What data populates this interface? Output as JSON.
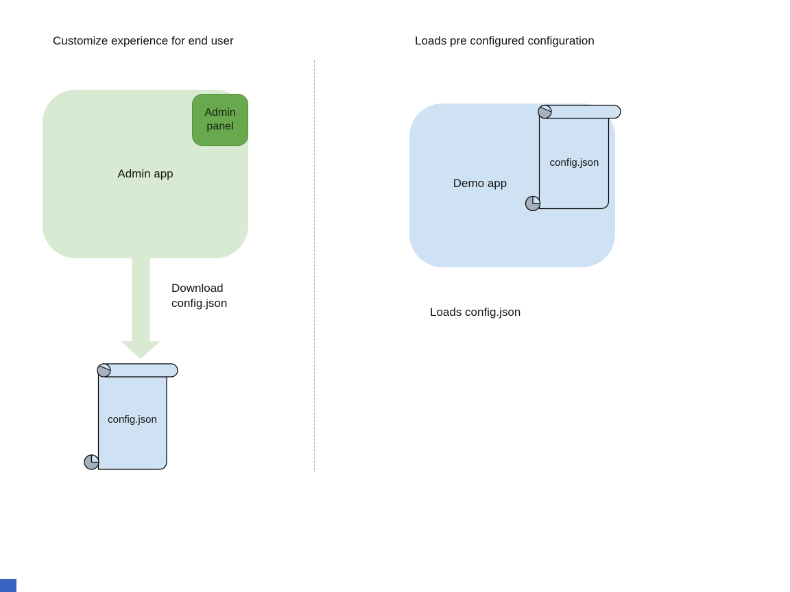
{
  "left_panel": {
    "title": "Customize experience for end user",
    "admin_app": {
      "label": "Admin app",
      "fill": "#d9ead3"
    },
    "admin_panel": {
      "lines": [
        "Admin",
        "panel"
      ],
      "fill": "#6aa84f"
    },
    "download_arrow": {
      "label_lines": [
        "Download",
        "config.json"
      ],
      "fill": "#d9ead3"
    },
    "config_scroll": {
      "label": "config.json",
      "fill": "#cfe2f3"
    }
  },
  "right_panel": {
    "title": "Loads pre configured configuration",
    "demo_app": {
      "label": "Demo app",
      "fill": "#cfe2f3"
    },
    "config_scroll": {
      "label": "config.json",
      "fill": "#cfe2f3"
    },
    "caption": "Loads config.json"
  },
  "divider": {
    "style": "dotted",
    "color": "#9b9b9b"
  },
  "colors": {
    "light_green": "#d9ead3",
    "green": "#6aa84f",
    "light_blue": "#cfe2f3",
    "roll_gray": "#a6b0bc",
    "outline": "#000000",
    "corner_square_blue": "#3b63c4"
  }
}
